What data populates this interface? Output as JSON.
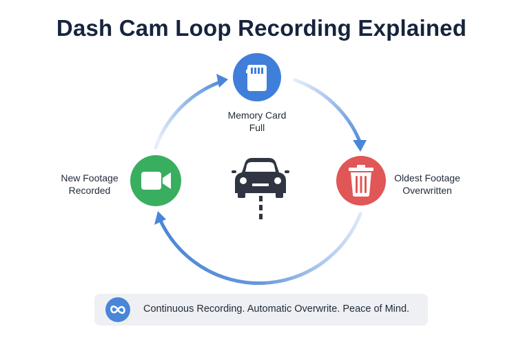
{
  "title": "Dash Cam Loop Recording Explained",
  "colors": {
    "title": "#16243d",
    "arrow": "#4a86d8",
    "memory_card": "#3f7fd9",
    "new_footage": "#3aae5f",
    "oldest_footage": "#e15656",
    "footer_bg": "#eef0f3",
    "car": "#2f3542"
  },
  "nodes": {
    "memory_card": {
      "label_line1": "Memory Card",
      "label_line2": "Full",
      "icon": "sd-card-icon"
    },
    "oldest_footage": {
      "label_line1": "Oldest Footage",
      "label_line2": "Overwritten",
      "icon": "trash-icon"
    },
    "new_footage": {
      "label_line1": "New Footage",
      "label_line2": "Recorded",
      "icon": "video-camera-icon"
    },
    "center": {
      "icon": "car-icon"
    }
  },
  "footer": {
    "icon": "infinity-icon",
    "text": "Continuous Recording. Automatic Overwrite. Peace of Mind."
  }
}
